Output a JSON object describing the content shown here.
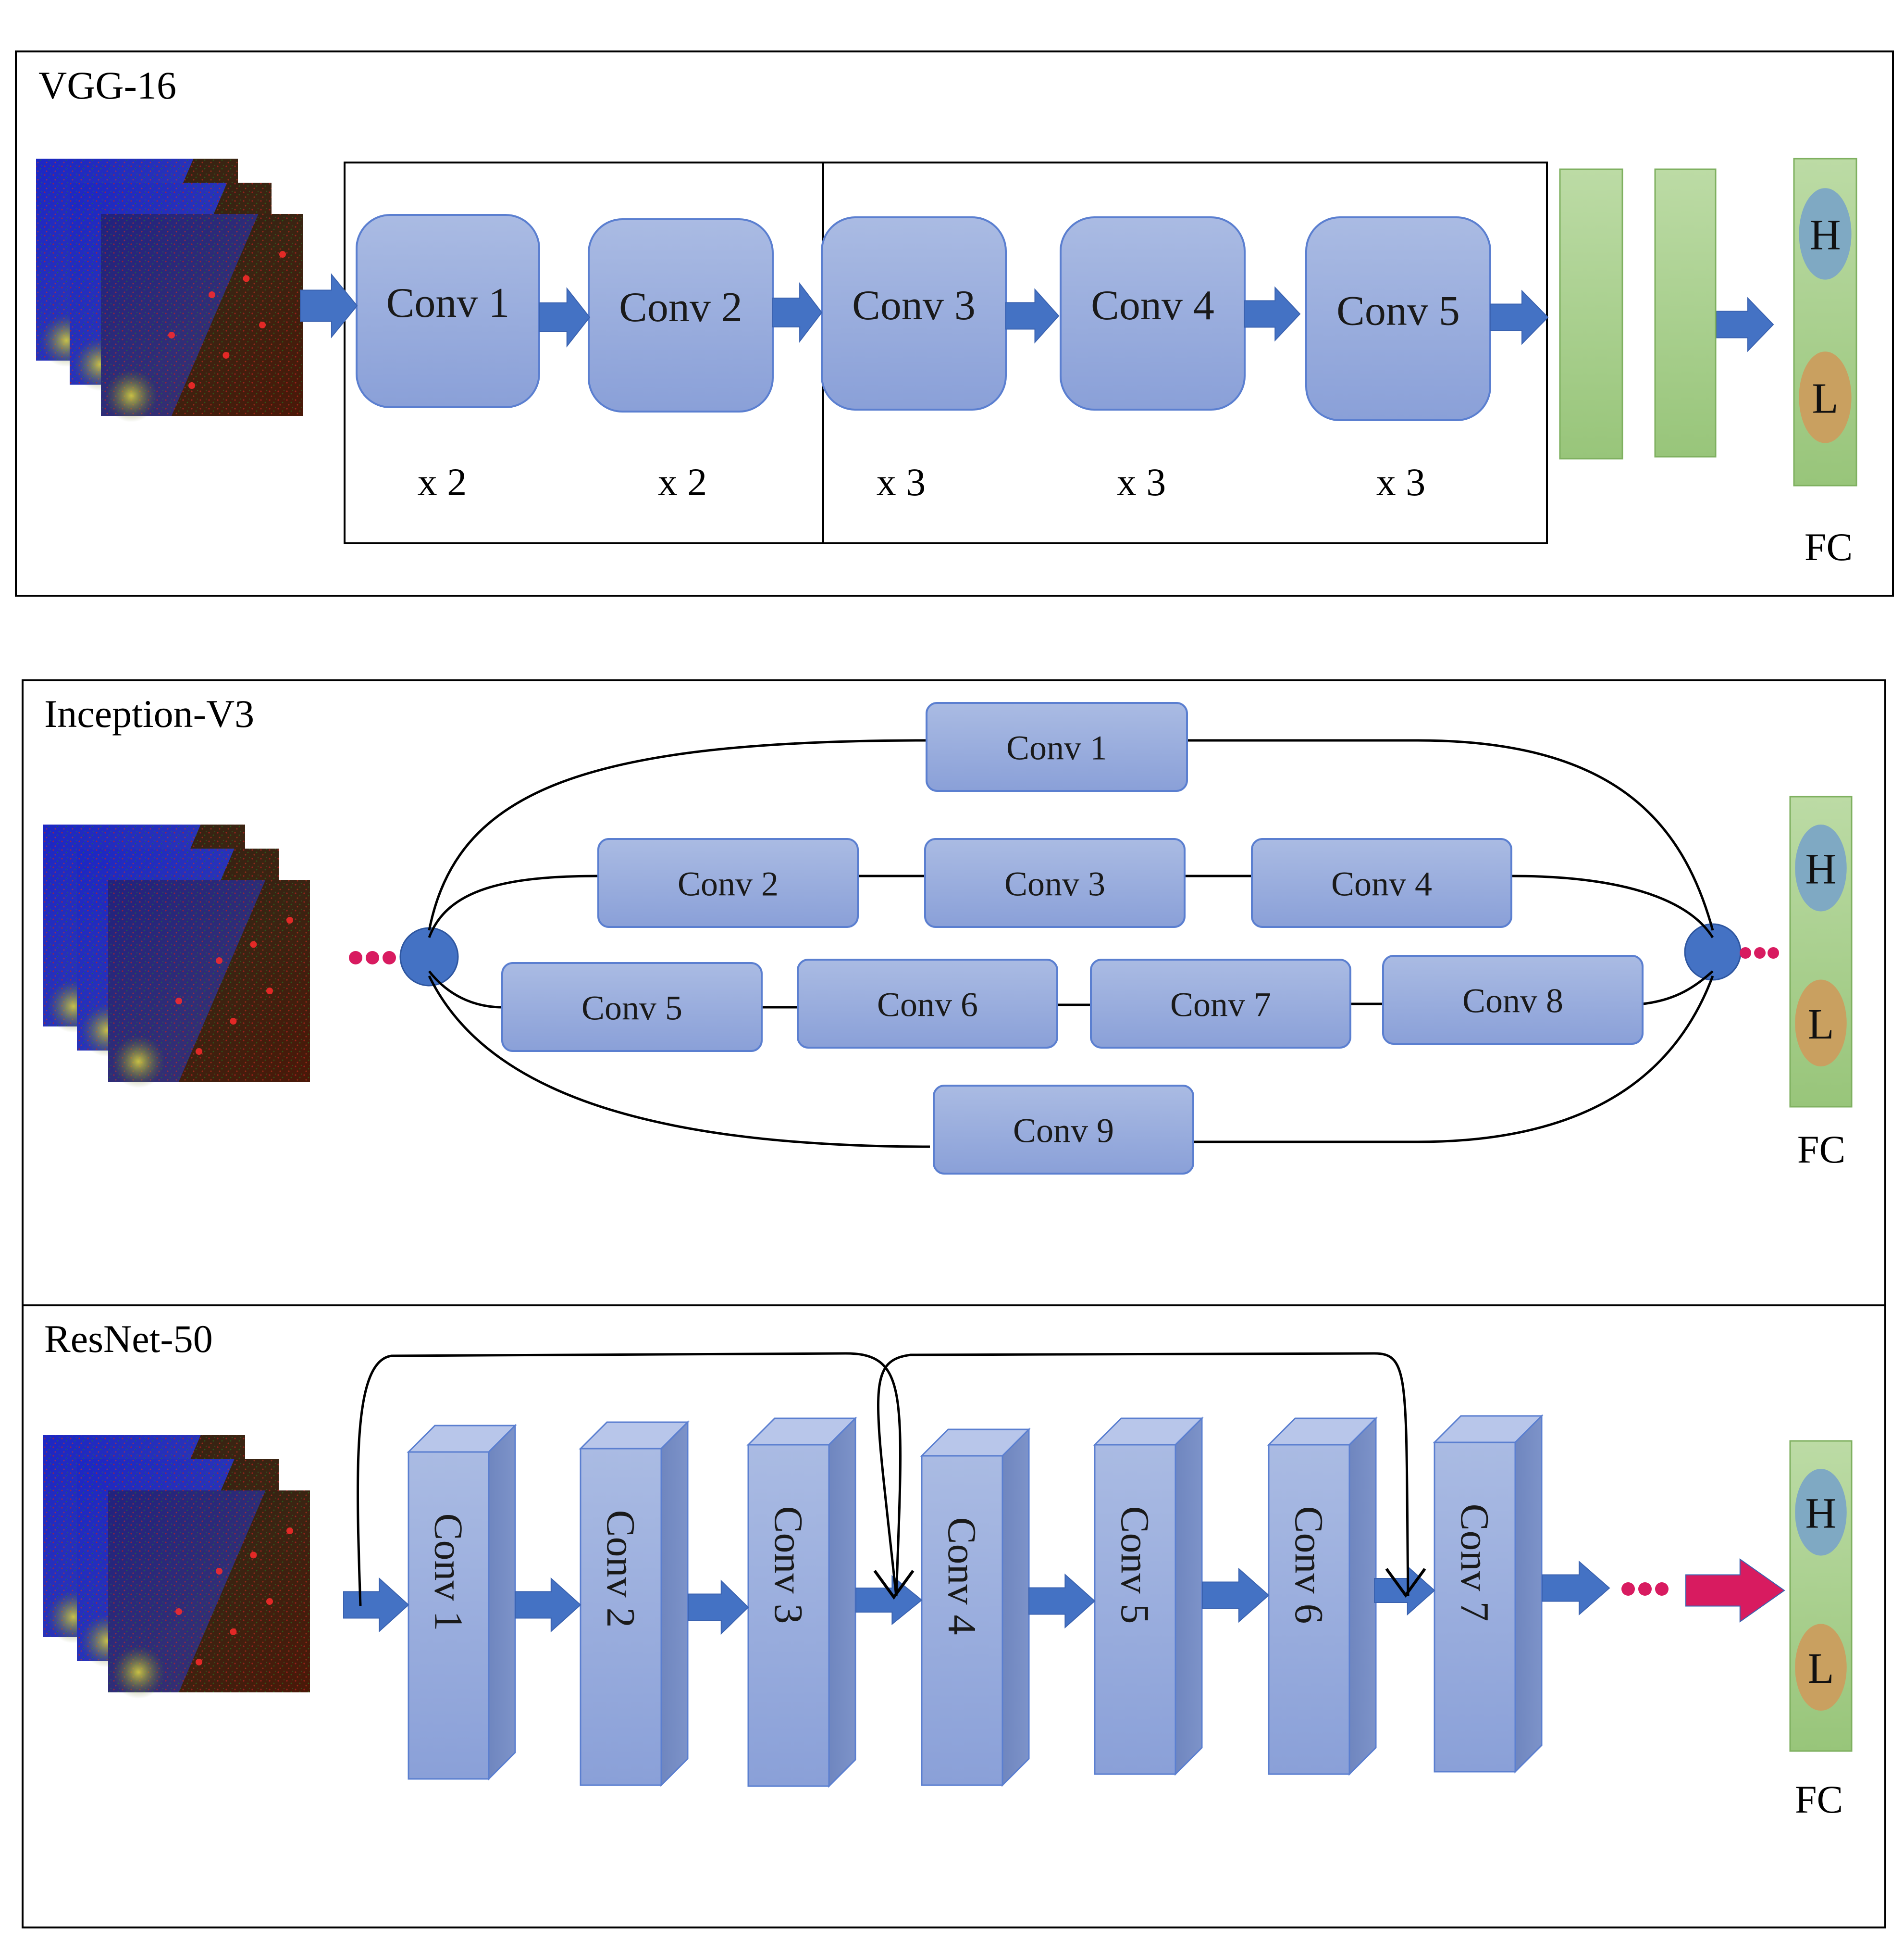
{
  "colors": {
    "conv_fill_top": "#a9b9e2",
    "conv_fill_bottom": "#8ea3d9",
    "conv_stroke": "#5b7fd0",
    "arrow_blue": "#4472c4",
    "fc_green": "#a9d08e",
    "fc_green_light": "#c7e0b4",
    "h_oval": "#7fa9c3",
    "l_oval": "#c9a060",
    "pink": "#d81b60",
    "line": "#000000"
  },
  "vgg": {
    "title": "VGG-16",
    "convs": [
      "Conv 1",
      "Conv 2",
      "Conv 3",
      "Conv 4",
      "Conv 5"
    ],
    "repeats": [
      "x 2",
      "x 2",
      "x 3",
      "x 3",
      "x 3"
    ],
    "fc_label": "FC",
    "h_label": "H",
    "l_label": "L"
  },
  "inception": {
    "title": "Inception-V3",
    "convs": [
      "Conv 1",
      "Conv 2",
      "Conv 3",
      "Conv 4",
      "Conv 5",
      "Conv 6",
      "Conv 7",
      "Conv 8",
      "Conv 9"
    ],
    "fc_label": "FC",
    "h_label": "H",
    "l_label": "L"
  },
  "resnet": {
    "title": "ResNet-50",
    "convs": [
      "Conv 1",
      "Conv 2",
      "Conv 3",
      "Conv 4",
      "Conv 5",
      "Conv 6",
      "Conv 7"
    ],
    "fc_label": "FC",
    "h_label": "H",
    "l_label": "L"
  },
  "input_image_icon": "microscopy-image-stack-icon"
}
